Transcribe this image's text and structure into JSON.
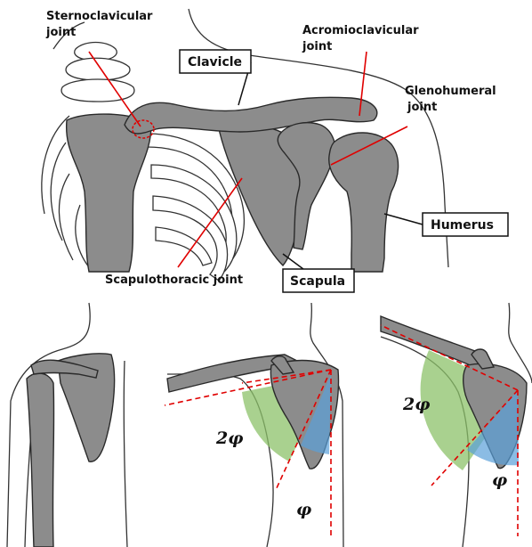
{
  "top_figure": {
    "labels": {
      "sternoclavicular_line1": "Sternoclavicular",
      "sternoclavicular_line2": "joint",
      "acromioclavicular_line1": "Acromioclavicular",
      "acromioclavicular_line2": "joint",
      "glenohumeral_line1": "Glenohumeral",
      "glenohumeral_line2": "joint",
      "scapulothoracic": "Scapulothoracic joint",
      "clavicle": "Clavicle",
      "humerus": "Humerus",
      "scapula": "Scapula"
    }
  },
  "bottom_figures": {
    "middle": {
      "angle_large": "2φ",
      "angle_small": "φ"
    },
    "right": {
      "angle_large": "2φ",
      "angle_small": "φ"
    }
  },
  "colors": {
    "bone": "#8c8c8c",
    "pointer_line": "#e00000",
    "large_sector": "#8cc26a",
    "small_sector": "#5a9fd8"
  }
}
